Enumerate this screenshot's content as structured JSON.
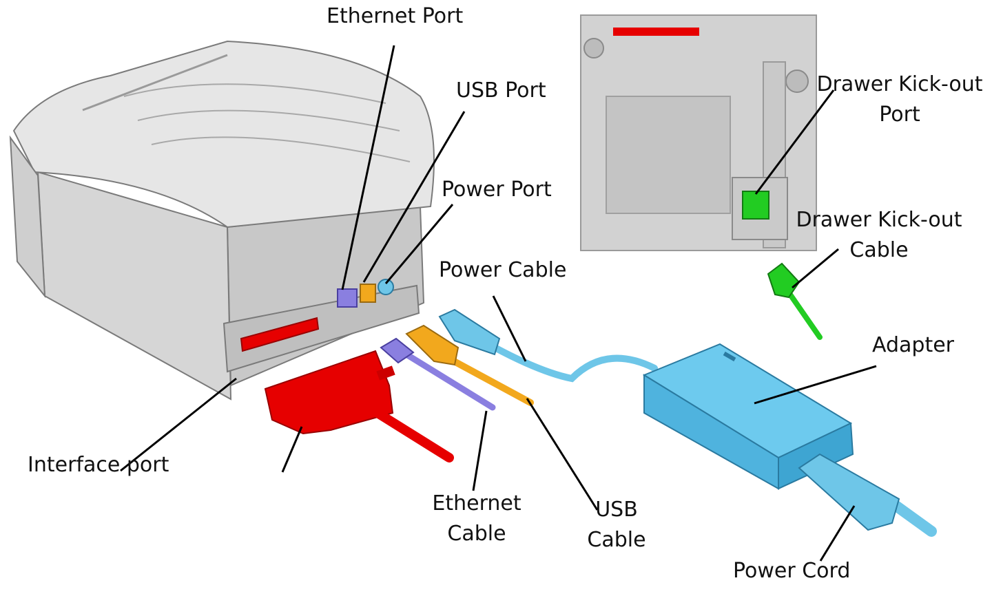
{
  "colors": {
    "printer_body": "#d9d9d9",
    "printer_shade": "#bdbdbd",
    "printer_edge": "#8c8c8c",
    "interface": "#e60000",
    "ethernet": "#8a7fe0",
    "usb": "#f2a81d",
    "power": "#6ec6e8",
    "adapter": "#58bfe8",
    "drawer": "#22cc22",
    "leader": "#000000"
  },
  "labels": {
    "ethernet_port": "Ethernet Port",
    "usb_port": "USB Port",
    "power_port": "Power Port",
    "power_cable": "Power Cable",
    "drawer_port_line1": "Drawer Kick-out",
    "drawer_port_line2": "Port",
    "drawer_cable_line1": "Drawer Kick-out",
    "drawer_cable_line2": "Cable",
    "adapter": "Adapter",
    "interface_port": "Interface port",
    "ethernet_cable_line1": "Ethernet",
    "ethernet_cable_line2": "Cable",
    "usb_cable_line1": "USB",
    "usb_cable_line2": "Cable",
    "power_cord": "Power Cord"
  }
}
